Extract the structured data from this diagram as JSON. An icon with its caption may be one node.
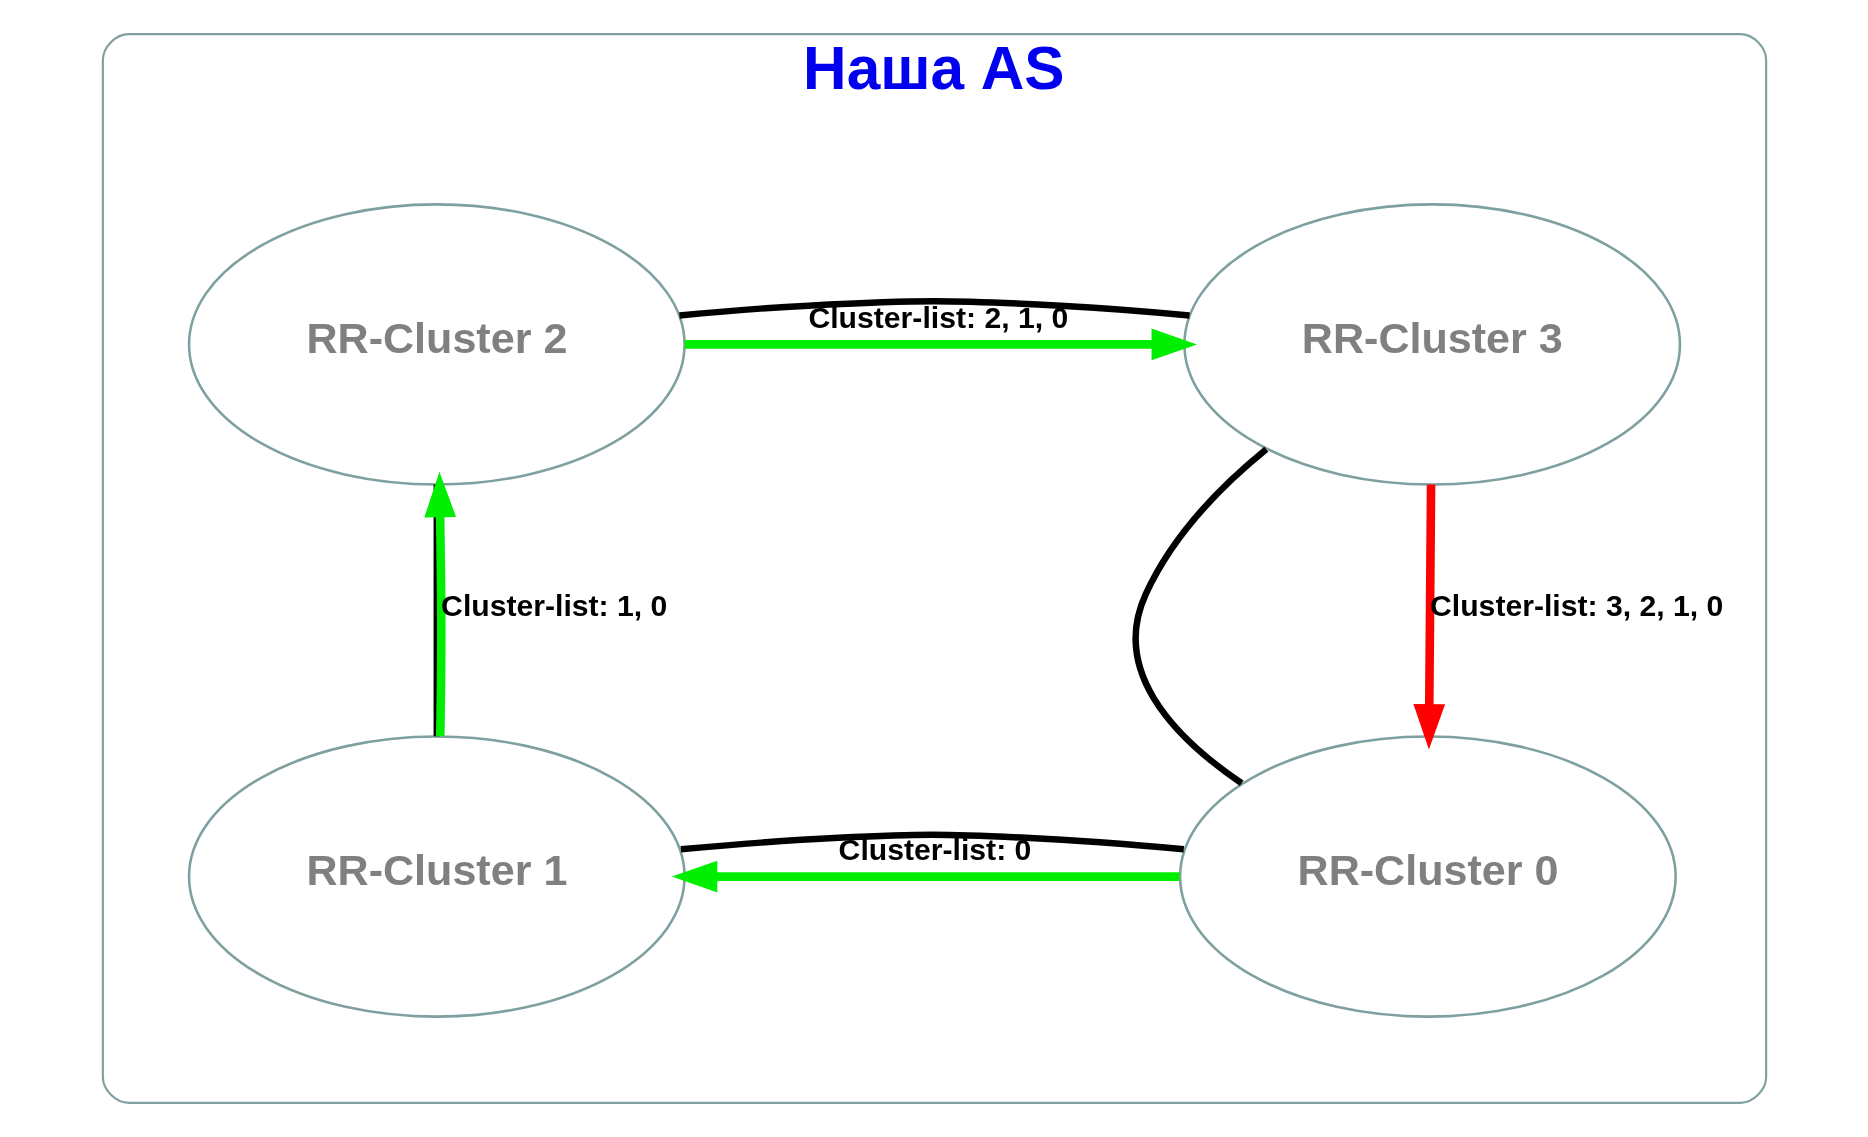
{
  "diagram": {
    "nodes": [
      {
        "text": [
          "Наша AS"
        ]
      },
      {
        "text": [
          "RR-Cluster 3"
        ],
        "in": 0
      },
      {
        "text": [
          "RR-Cluster 2"
        ],
        "in": 0
      },
      {
        "text": [
          "RR-Cluster 0"
        ],
        "in": 0
      },
      {
        "text": [
          "RR-Cluster 1"
        ],
        "in": 0
      }
    ],
    "edges": [
      {
        "from": 1,
        "to": 2,
        "arrow": "none"
      },
      {
        "from": 1,
        "to": 3,
        "arrow": "none"
      },
      {
        "from": 2,
        "to": 4,
        "arrow": "none"
      },
      {
        "from": 3,
        "to": 4,
        "arrow": "none"
      },
      {
        "from": 2,
        "to": 1,
        "arrow": "to",
        "label": "Cluster-list: 2, 1, 0",
        "color": "#00ee00"
      },
      {
        "from": 4,
        "to": 2,
        "arrow": "to",
        "label": "Cluster-list: 1, 0",
        "color": "#00ee00"
      },
      {
        "from": 3,
        "to": 4,
        "arrow": "to",
        "label": "Cluster-list: 0",
        "color": "#00ee00"
      },
      {
        "from": 1,
        "to": 3,
        "arrow": "to",
        "label": "Cluster-list: 3, 2, 1, 0",
        "color": "#ff0000"
      }
    ]
  }
}
